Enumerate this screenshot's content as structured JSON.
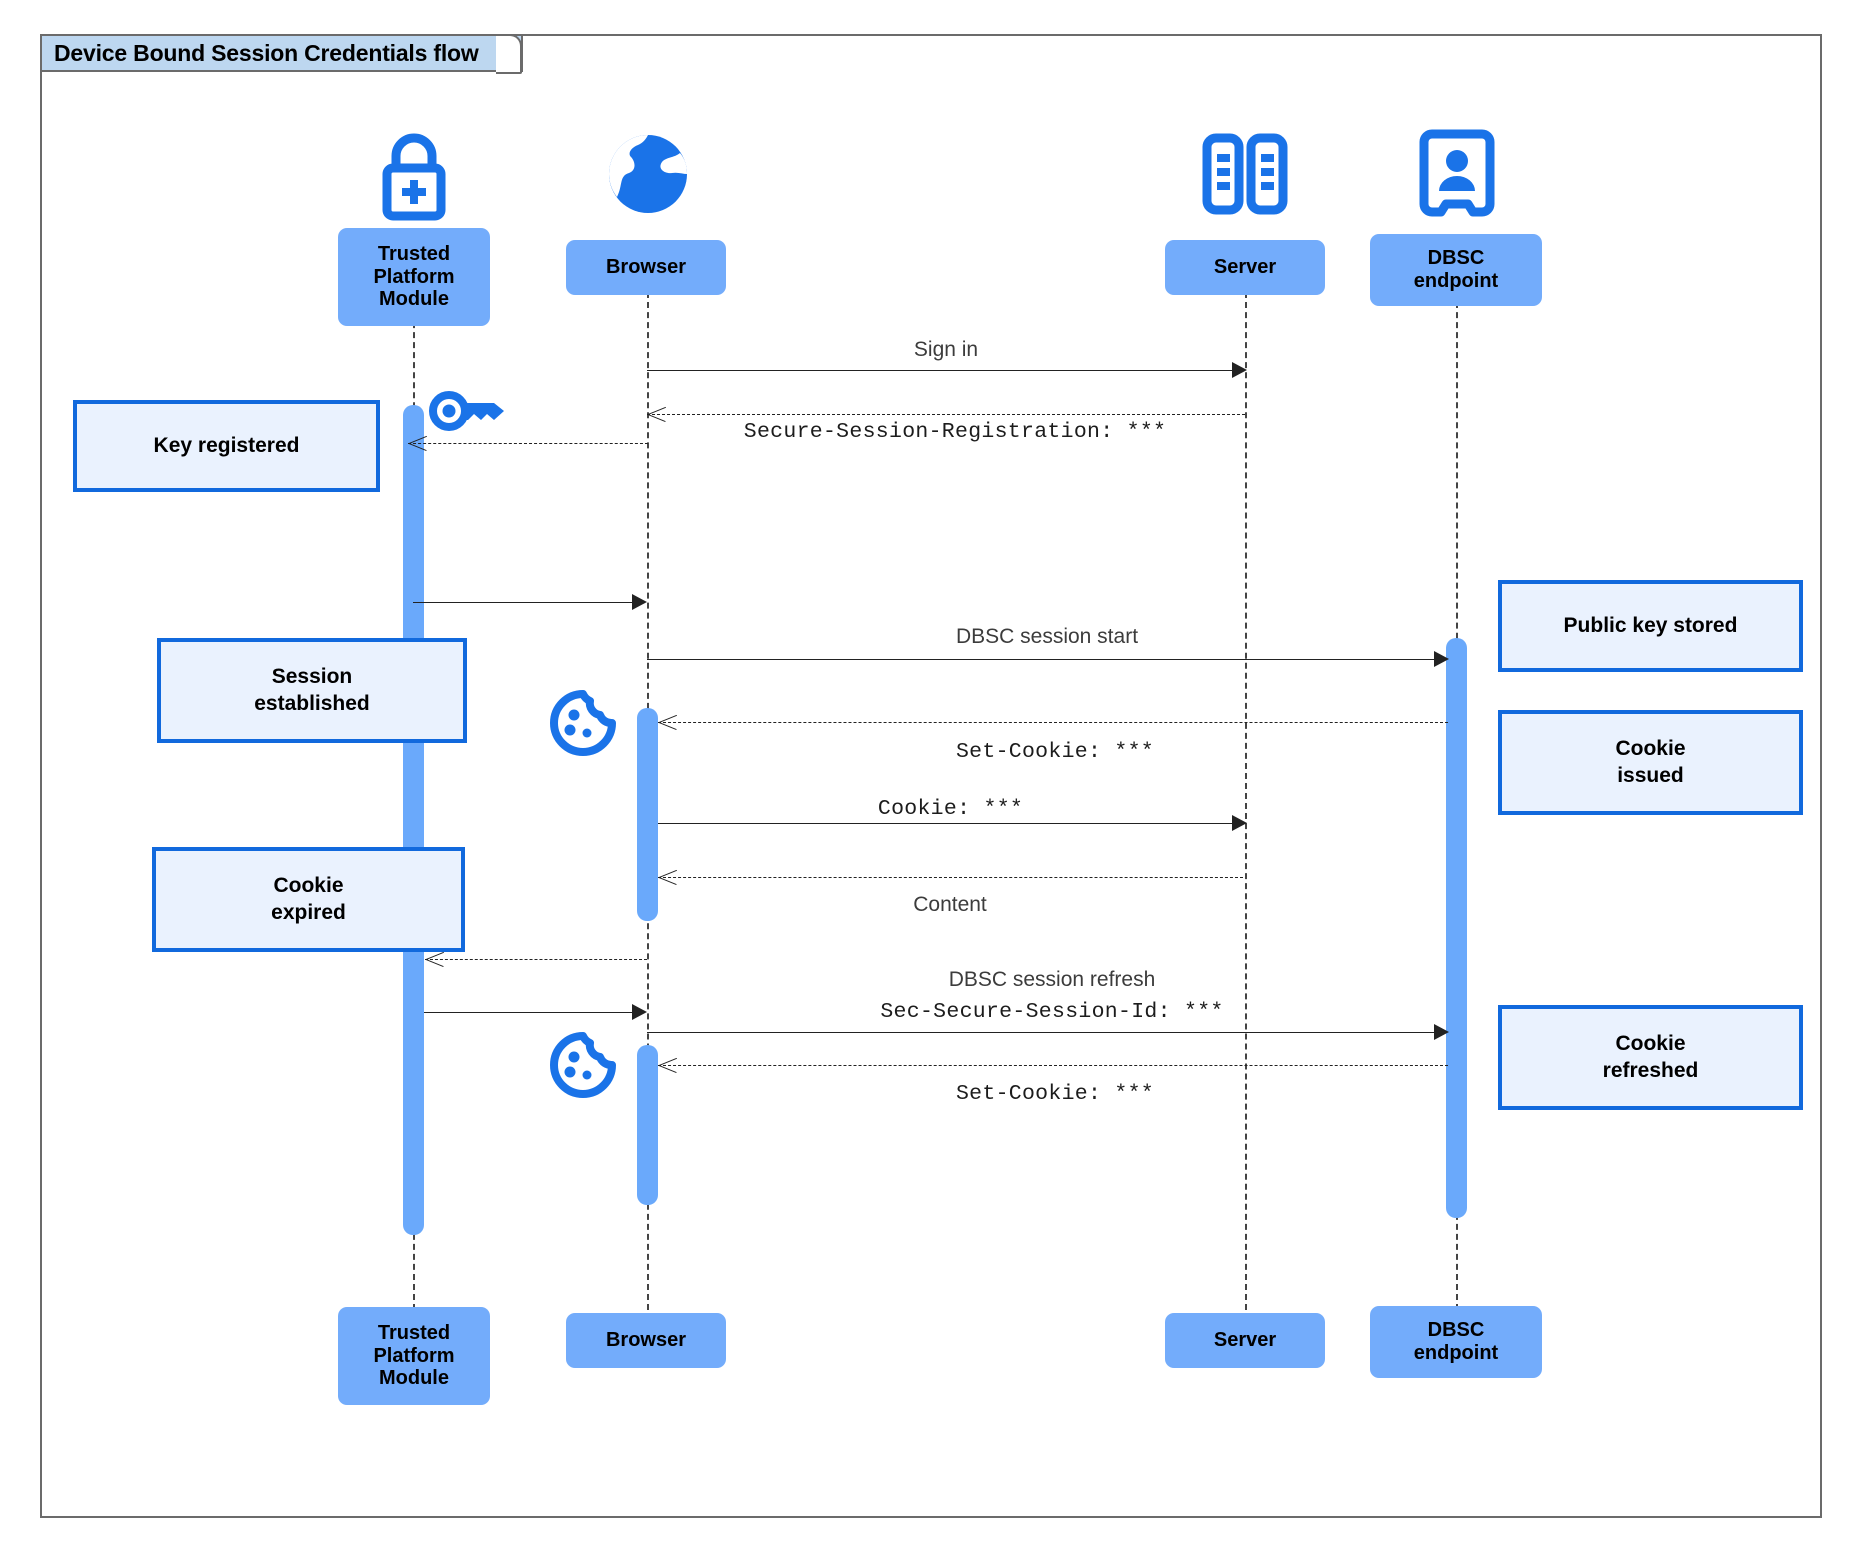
{
  "diagram": {
    "title": "Device Bound Session Credentials flow",
    "type": "uml-sequence-diagram",
    "colors": {
      "actor_fill": "#73acfb",
      "activation_fill": "#6aa9fb",
      "note_fill": "#eaf2fe",
      "note_border": "#1169dd",
      "icon_blue": "#1a73e8",
      "title_fill": "#bdd7f0",
      "frame_border": "#6b6b6b"
    }
  },
  "participants": [
    {
      "id": "tpm",
      "label": "Trusted\nPlatform\nModule",
      "icon": "lock-plus-icon"
    },
    {
      "id": "browser",
      "label": "Browser",
      "icon": "globe-icon"
    },
    {
      "id": "server",
      "label": "Server",
      "icon": "server-rack-icon"
    },
    {
      "id": "dbsc",
      "label": "DBSC\nendpoint",
      "icon": "id-badge-icon"
    }
  ],
  "footer_participants": [
    {
      "id": "tpm",
      "label": "Trusted\nPlatform\nModule"
    },
    {
      "id": "browser",
      "label": "Browser"
    },
    {
      "id": "server",
      "label": "Server"
    },
    {
      "id": "dbsc",
      "label": "DBSC\nendpoint"
    }
  ],
  "messages": [
    {
      "id": "m1",
      "from": "browser",
      "to": "server",
      "label": "Sign in",
      "style": "solid",
      "font": "sans"
    },
    {
      "id": "m2",
      "from": "server",
      "to": "browser",
      "label": "Secure-Session-Registration: ***",
      "style": "dashed",
      "font": "mono"
    },
    {
      "id": "m3",
      "from": "tpm",
      "to": "browser",
      "label": "",
      "style": "solid",
      "font": "sans"
    },
    {
      "id": "m4",
      "from": "browser",
      "to": "dbsc",
      "label": "DBSC session start",
      "style": "solid",
      "font": "sans"
    },
    {
      "id": "m5",
      "from": "dbsc",
      "to": "browser",
      "label": "Set-Cookie: ***",
      "style": "dashed",
      "font": "mono"
    },
    {
      "id": "m6",
      "from": "browser",
      "to": "server",
      "label": "Cookie: ***",
      "style": "solid",
      "font": "mono"
    },
    {
      "id": "m7",
      "from": "server",
      "to": "browser",
      "label": "Content",
      "style": "dashed",
      "font": "sans"
    },
    {
      "id": "m8",
      "from": "browser",
      "to": "tpm",
      "label": "",
      "style": "dashed",
      "font": "sans"
    },
    {
      "id": "m9",
      "from": "tpm",
      "to": "dbsc",
      "label": "DBSC session refresh",
      "label2": "Sec-Secure-Session-Id: ***",
      "style": "solid",
      "font": "sans"
    },
    {
      "id": "m10",
      "from": "dbsc",
      "to": "browser",
      "label": "Set-Cookie: ***",
      "style": "dashed",
      "font": "mono"
    }
  ],
  "notes": [
    {
      "id": "n1",
      "text": "Key registered",
      "side": "left",
      "icon": "key-icon"
    },
    {
      "id": "n2",
      "text": "Session\nestablished",
      "side": "left",
      "icon": null
    },
    {
      "id": "n3",
      "text": "Cookie\nexpired",
      "side": "left",
      "icon": null
    },
    {
      "id": "n4",
      "text": "Public key stored",
      "side": "right",
      "icon": null
    },
    {
      "id": "n5",
      "text": "Cookie\nissued",
      "side": "right",
      "icon": null
    },
    {
      "id": "n6",
      "text": "Cookie\nrefreshed",
      "side": "right",
      "icon": null
    }
  ],
  "inline_icons": [
    {
      "id": "key1",
      "name": "key-icon",
      "near": "tpm"
    },
    {
      "id": "cookie1",
      "name": "cookie-icon",
      "near": "browser"
    },
    {
      "id": "cookie2",
      "name": "cookie-icon",
      "near": "browser"
    }
  ]
}
